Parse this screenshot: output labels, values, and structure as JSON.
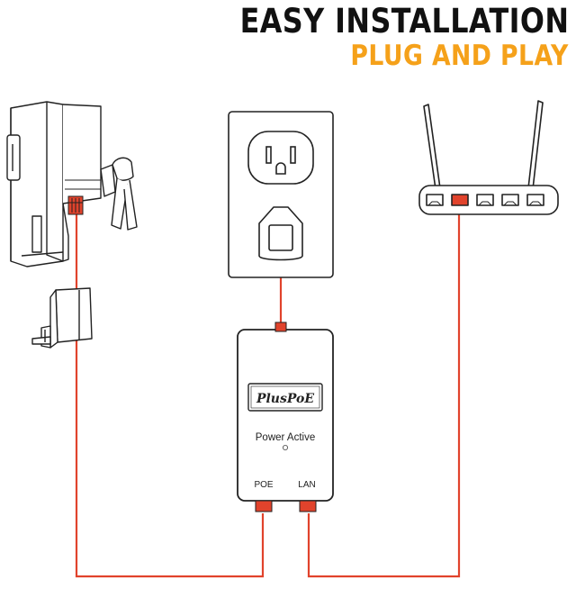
{
  "header": {
    "title": "EASY INSTALLATION",
    "subtitle": "PLUG AND PLAY"
  },
  "injector": {
    "brand": "PlusPoE",
    "status_label": "Power Active",
    "port_poe_label": "POE",
    "port_lan_label": "LAN"
  },
  "colors": {
    "cable": "#e1432c",
    "accent_orange": "#f5a11a",
    "line_art": "#222222"
  },
  "icons": [
    "security-camera-icon",
    "camera-mount-icon",
    "wall-outlet-icon",
    "power-plug-icon",
    "wifi-router-icon",
    "poe-injector-icon"
  ]
}
